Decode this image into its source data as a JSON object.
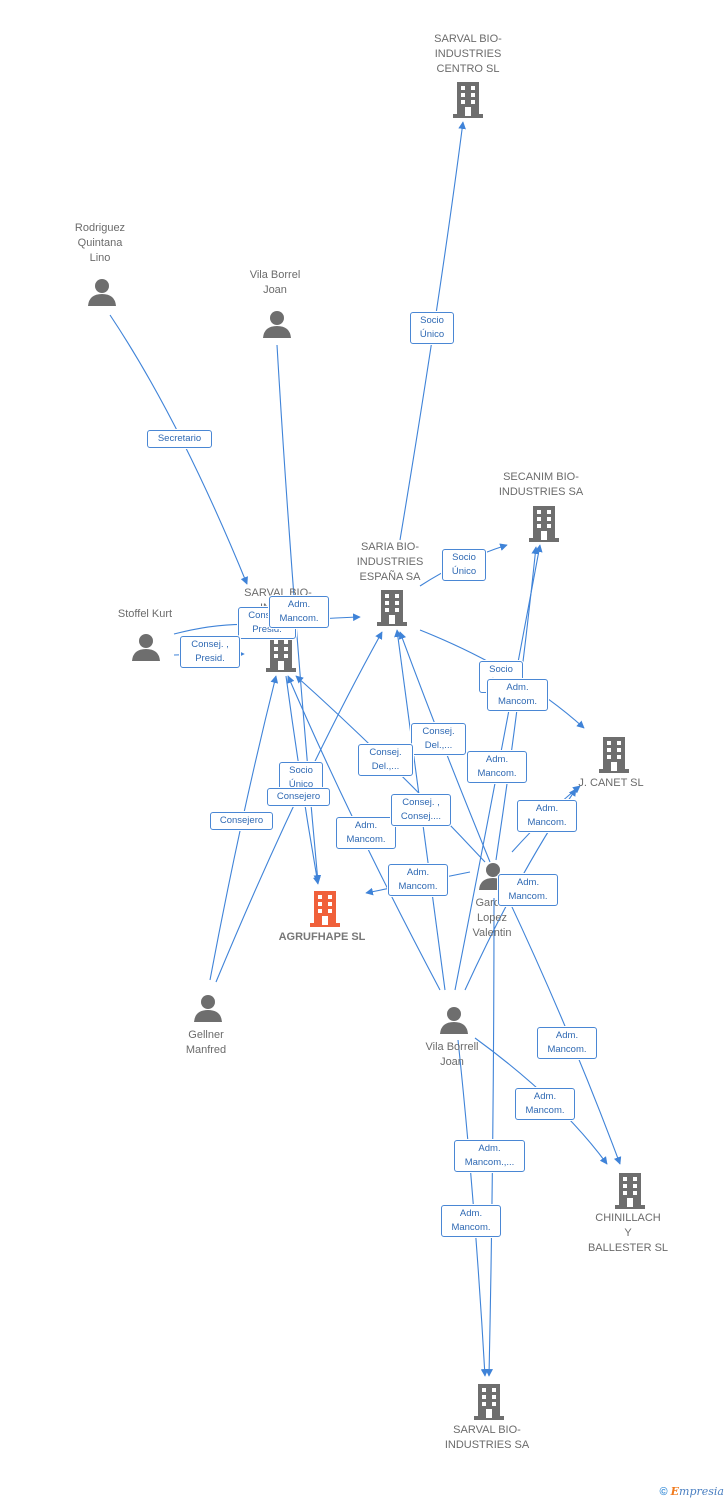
{
  "colors": {
    "edge": "#3f83d8",
    "company": "#6e6e6e",
    "main_company": "#f0603a",
    "person": "#6e6e6e"
  },
  "nodes": {
    "sarval_centro": {
      "label": "SARVAL BIO-\nINDUSTRIES\nCENTRO  SL",
      "icon": "building-icon"
    },
    "rodriguez": {
      "label": "Rodriguez\nQuintana\nLino",
      "icon": "person-icon"
    },
    "vila_borrel": {
      "label": "Vila Borrel\nJoan",
      "icon": "person-icon"
    },
    "secanim": {
      "label": "SECANIM BIO-\nINDUSTRIES SA",
      "icon": "building-icon"
    },
    "saria": {
      "label": "SARIA BIO-\nINDUSTRIES\nESPAÑA SA",
      "icon": "building-icon"
    },
    "stoffel": {
      "label": "Stoffel Kurt",
      "icon": "person-icon"
    },
    "sarval_sl": {
      "label": "SARVAL BIO-\nINDU...",
      "icon": "building-icon"
    },
    "canet": {
      "label": "J. CANET SL",
      "icon": "building-icon"
    },
    "agrufhape": {
      "label": "AGRUFHAPE SL",
      "icon": "building-icon"
    },
    "garcia": {
      "label": "Garc...\nLopez\nValentin",
      "icon": "person-icon"
    },
    "gellner": {
      "label": "Gellner\nManfred",
      "icon": "person-icon"
    },
    "vila_borrell": {
      "label": "Vila Borrell\nJoan",
      "icon": "person-icon"
    },
    "chinillach": {
      "label": "CHINILLACH\nY\nBALLESTER SL",
      "icon": "building-icon"
    },
    "sarval_sa": {
      "label": "SARVAL BIO-\nINDUSTRIES SA",
      "icon": "building-icon"
    }
  },
  "edge_labels": [
    "Socio\nÚnico",
    "Secretario",
    "Socio\nÚnico",
    "Consej. ,\nPresid.",
    "Adm.\nMancom.",
    "Consej. ,\nPresid.",
    "Socio\nÚnico",
    "Adm.\nMancom.",
    "Consej.\nDel.,...",
    "Consej.\nDel.,...",
    "Adm.\nMancom.",
    "Socio\nÚnico",
    "Consejero",
    "Consejero",
    "Adm.\nMancom.",
    "Consej. ,\nConsej....",
    "Adm.\nMancom.",
    "Adm.\nMancom.",
    "Adm.\nMancom.",
    "Adm.\nMancom.",
    "Adm.\nMancom.",
    "Adm.\nMancom.,...",
    "Adm.\nMancom."
  ],
  "footer": {
    "copyright": "©",
    "brand_e": "E",
    "brand_rest": "mpresia"
  }
}
